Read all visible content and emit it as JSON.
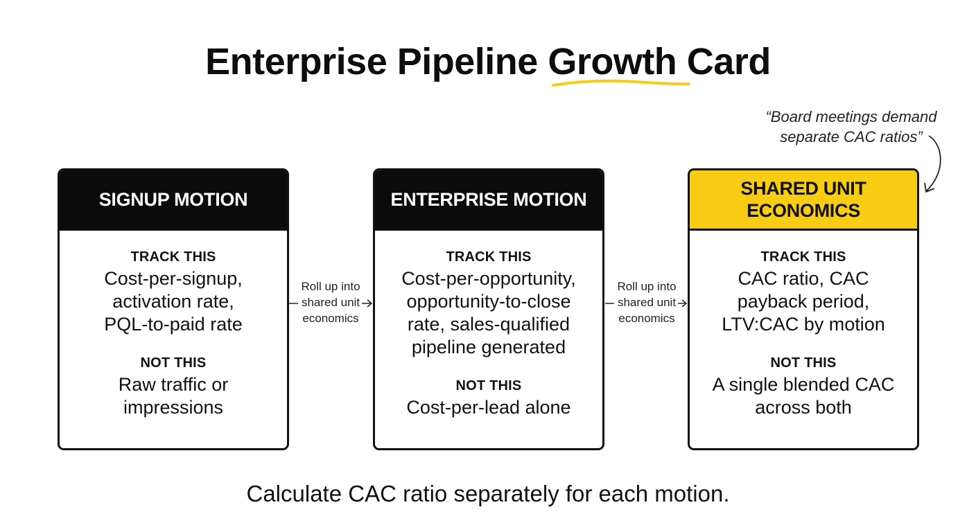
{
  "title": {
    "before": "Enterprise Pipeline ",
    "highlight": "Growth",
    "after": " Card",
    "highlight_color": "#f7cc13"
  },
  "quote": {
    "line1": "“Board meetings demand",
    "line2": "separate CAC ratios”"
  },
  "cards": [
    {
      "header": "SIGNUP MOTION",
      "header_color": "#0b0b0b",
      "track_label": "TRACK THIS",
      "track_lines": [
        "Cost-per-signup,",
        "activation rate,",
        "PQL-to-paid rate"
      ],
      "not_label": "NOT THIS",
      "not_lines": [
        "Raw traffic or",
        "impressions"
      ]
    },
    {
      "header": "ENTERPRISE MOTION",
      "header_color": "#0b0b0b",
      "track_label": "TRACK THIS",
      "track_lines": [
        "Cost-per-opportunity,",
        "opportunity-to-close",
        "rate, sales-qualified",
        "pipeline generated"
      ],
      "not_label": "NOT THIS",
      "not_lines": [
        "Cost-per-lead alone"
      ]
    },
    {
      "header_lines": [
        "SHARED UNIT",
        "ECONOMICS"
      ],
      "header_color": "#f7cc13",
      "track_label": "TRACK THIS",
      "track_lines": [
        "CAC ratio, CAC",
        "payback period,",
        "LTV:CAC by motion"
      ],
      "not_label": "NOT THIS",
      "not_lines": [
        "A single blended CAC",
        "across both"
      ]
    }
  ],
  "connectors": [
    {
      "lines": [
        "Roll up into",
        "shared unit",
        "economics"
      ]
    },
    {
      "lines": [
        "Roll up into",
        "shared unit",
        "economics"
      ]
    }
  ],
  "footer": "Calculate CAC ratio separately for each motion."
}
